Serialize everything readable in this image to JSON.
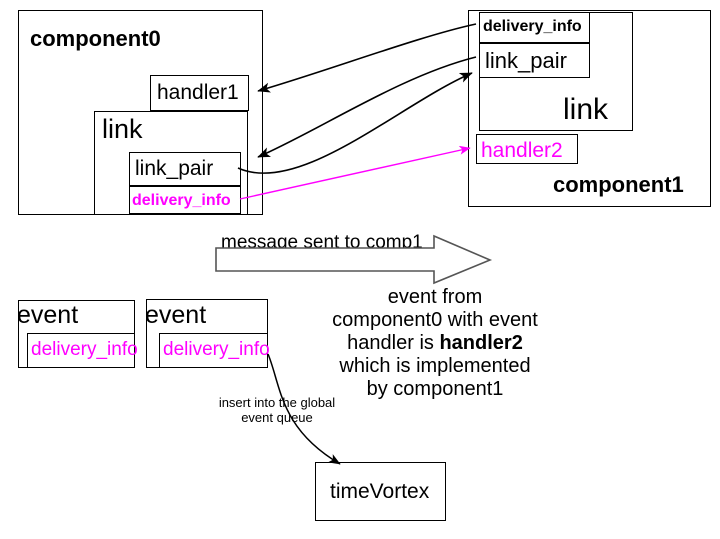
{
  "diagram": {
    "title_left": "component0",
    "title_right": "component1",
    "components": {
      "component0": {
        "label": "component0",
        "handler1": "handler1",
        "link": "link",
        "link_pair": "link_pair",
        "delivery_info": "delivery_info"
      },
      "component1": {
        "label": "component1",
        "delivery_info": "delivery_info",
        "link_pair": "link_pair",
        "link": "link",
        "handler2": "handler2"
      }
    },
    "banner": {
      "label": "message sent to comp1"
    },
    "events": [
      {
        "label": "event",
        "delivery_info": "delivery_info"
      },
      {
        "label": "event",
        "delivery_info": "delivery_info"
      }
    ],
    "annotation": {
      "line1": "event from",
      "line2": "component0 with event",
      "line3_prefix": "handler is ",
      "line3_bold": "handler2",
      "line4": "which is implemented",
      "line5": "by component1"
    },
    "insert_note": {
      "line1": "insert into the global",
      "line2": "event queue"
    },
    "time_vortex": {
      "label": "timeVortex"
    },
    "colors": {
      "stroke": "#000000",
      "magenta": "#FF00FF",
      "background": "#FFFFFF"
    }
  }
}
